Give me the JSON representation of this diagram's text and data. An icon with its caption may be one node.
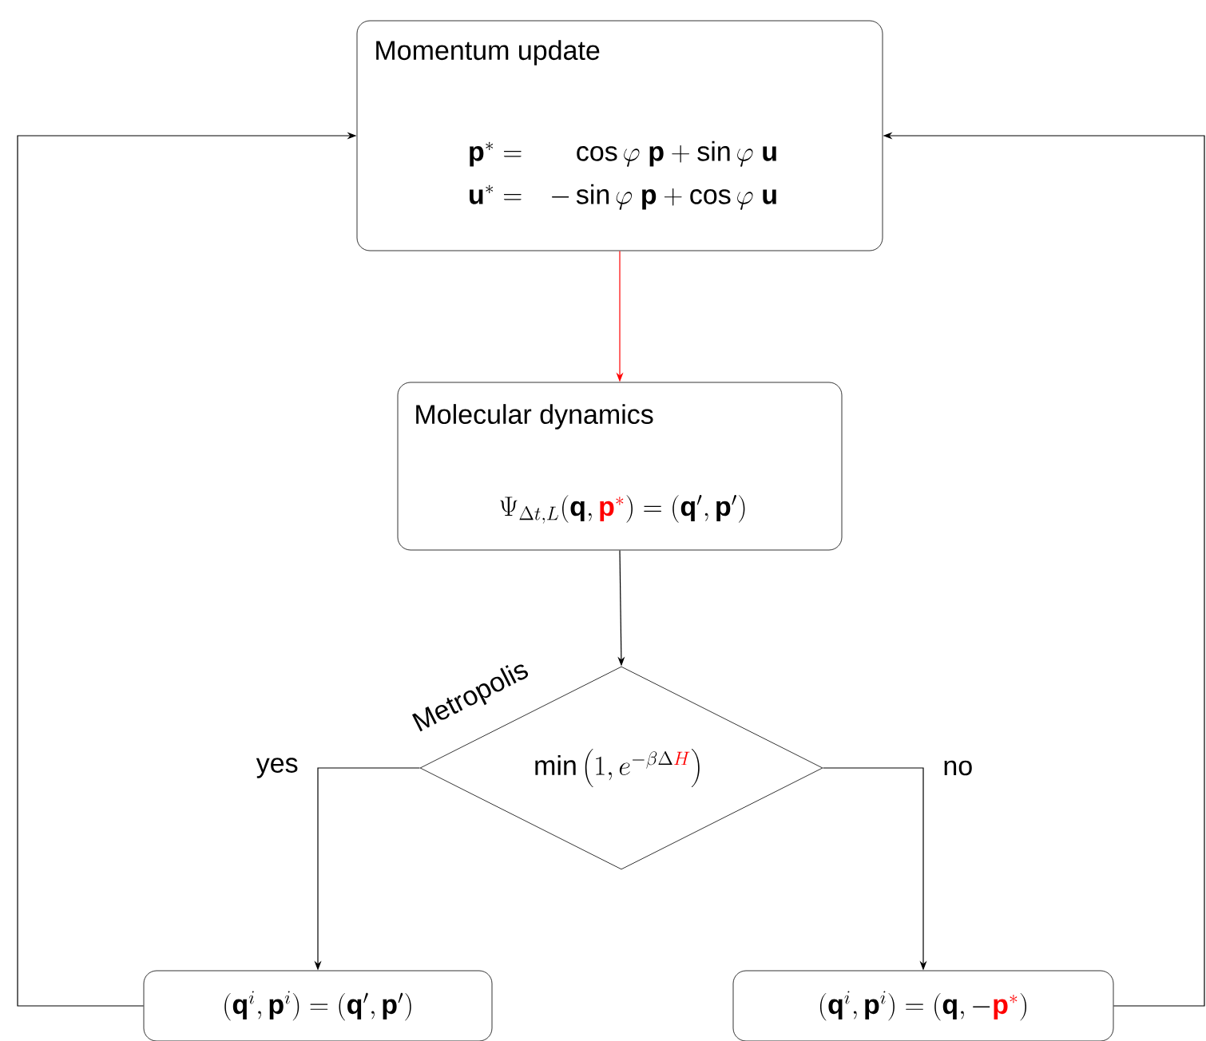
{
  "diagram": {
    "nodes": [
      {
        "text": [
          "Momentum update",
          "\\begin{array}{@{}l@{\\quad}r@{}}\\mathbf{p}^* = & \\cos\\varphi\\;\\mathbf{p}+\\sin\\varphi\\;\\mathbf{u}\\\\[6pt] \\mathbf{u}^* = & -\\sin\\varphi\\;\\mathbf{p}+\\cos\\varphi\\;\\mathbf{u}\\end{array}"
        ]
      },
      {
        "text": [
          "Molecular dynamics",
          "\\Psi_{\\Delta t,L}(\\mathbf{q},{\\color{red}\\mathbf{p}^*}) = (\\mathbf{q}',\\mathbf{p}')"
        ]
      },
      {
        "text": [
          "\\min\\left(1,e^{-\\beta\\Delta{\\color{red}H}}\\right)"
        ],
        "beside": [
          "Metropolis"
        ]
      },
      {
        "text": [
          "(\\mathbf{q}^i,\\mathbf{p}^i) = (\\mathbf{q}',\\mathbf{p}')"
        ]
      },
      {
        "text": [
          "(\\mathbf{q}^i,\\mathbf{p}^i) = (\\mathbf{q},-{\\color{red}\\mathbf{p}^*})"
        ]
      }
    ],
    "edges": [
      {
        "from": 0,
        "to": 1,
        "arrow": "to",
        "color": "#ff0000"
      },
      {
        "from": 1,
        "to": 2,
        "arrow": "to"
      },
      {
        "from": 2,
        "to": 3,
        "arrow": "to",
        "label": "yes"
      },
      {
        "from": 2,
        "to": 4,
        "arrow": "to",
        "label": "no"
      },
      {
        "from": 3,
        "to": 0,
        "arrow": "to"
      },
      {
        "from": 4,
        "to": 0,
        "arrow": "to"
      }
    ]
  }
}
